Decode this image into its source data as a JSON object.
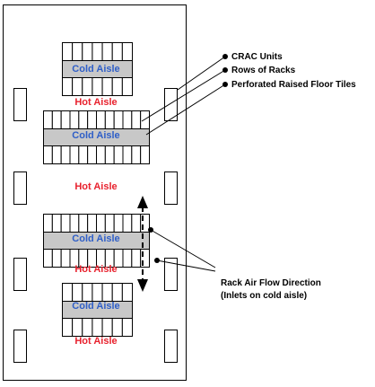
{
  "labels": {
    "cold_aisle": "Cold Aisle",
    "hot_aisle": "Hot Aisle"
  },
  "callouts": {
    "crac_units": "CRAC Units",
    "rows_of_racks": "Rows of Racks",
    "perforated_tiles": "Perforated Raised Floor Tiles",
    "airflow_line1": "Rack Air Flow Direction",
    "airflow_line2": "(Inlets on cold aisle)"
  },
  "colors": {
    "cold_text": "#2f5fc8",
    "hot_text": "#e8222e",
    "tile_fill": "#c8c8c8",
    "outline": "#000000"
  }
}
